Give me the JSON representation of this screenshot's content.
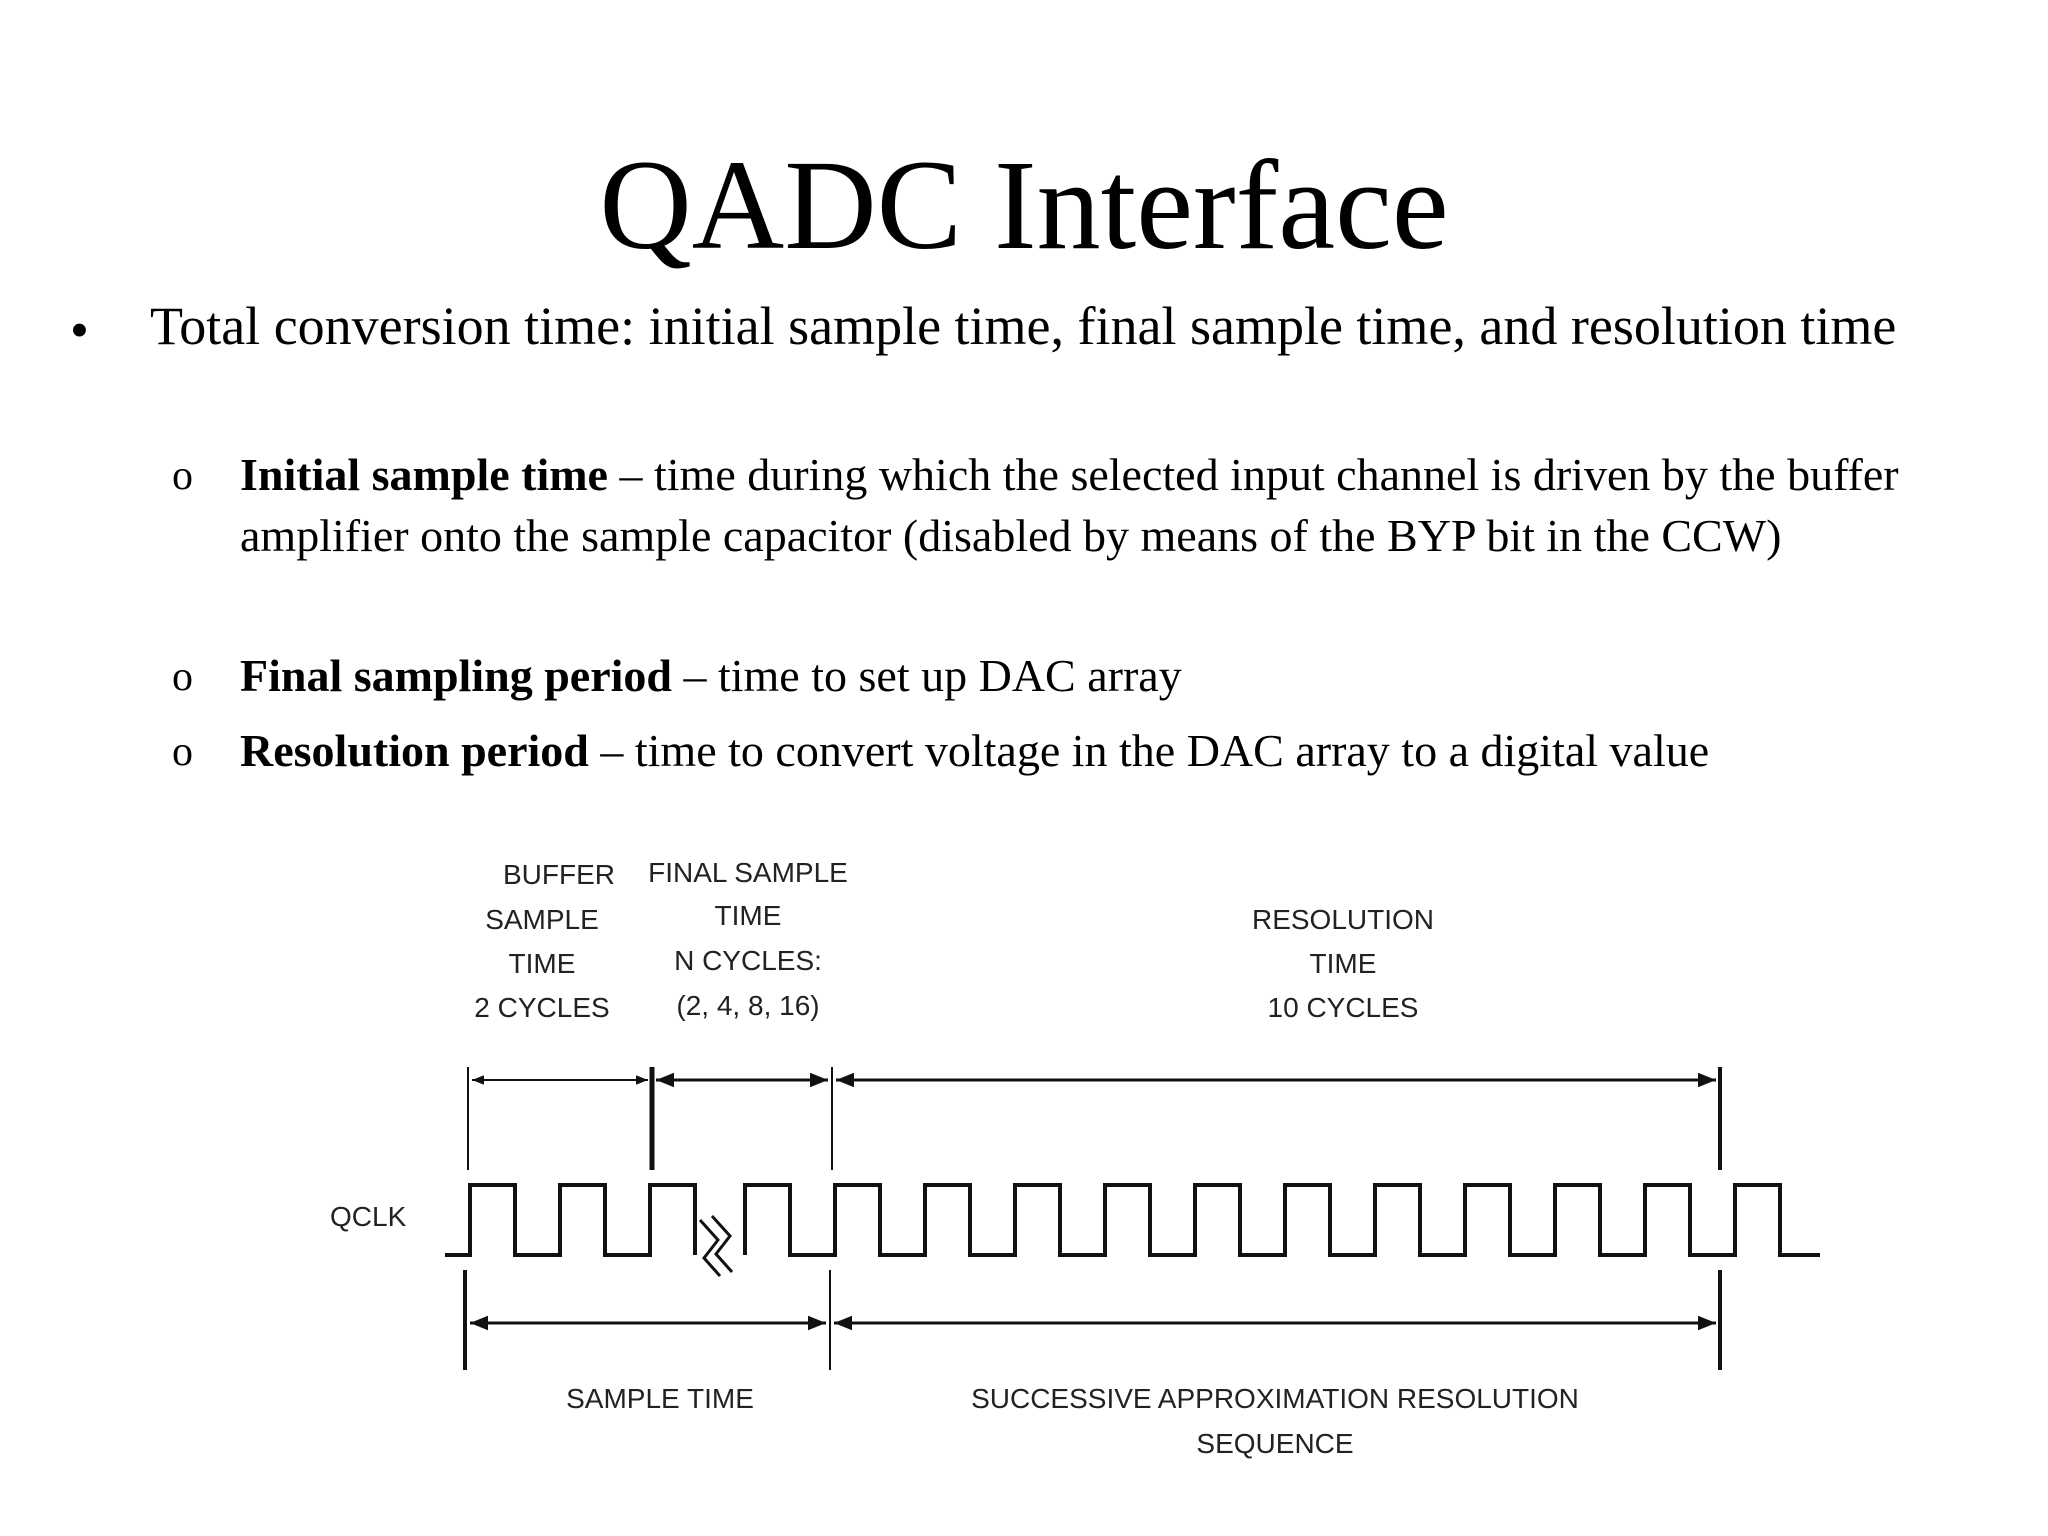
{
  "slide": {
    "title": "QADC Interface",
    "bullet": {
      "mark": "•",
      "text": "Total conversion time: initial sample time, final sample time, and resolution time"
    },
    "subitems": [
      {
        "mark": "o",
        "term": "Initial sample time",
        "desc": " – time during which the selected input channel is driven by the buffer amplifier onto the sample capacitor (disabled by means of the BYP bit in the CCW)"
      },
      {
        "mark": "o",
        "term": "Final sampling period",
        "desc": " – time to set up DAC array"
      },
      {
        "mark": "o",
        "term": "Resolution period",
        "desc": " – time to convert voltage in the DAC array to a digital value"
      }
    ]
  },
  "diagram": {
    "buffer_label": [
      "BUFFER",
      "SAMPLE",
      "TIME",
      "2 CYCLES"
    ],
    "final_label": [
      "FINAL SAMPLE",
      "TIME",
      "N CYCLES:",
      "(2, 4, 8, 16)"
    ],
    "resolution_label": [
      "RESOLUTION",
      "TIME",
      "10 CYCLES"
    ],
    "clock_label": "QCLK",
    "sample_time_label": "SAMPLE TIME",
    "sequence_label": [
      "SUCCESSIVE APPROXIMATION RESOLUTION",
      "SEQUENCE"
    ]
  }
}
